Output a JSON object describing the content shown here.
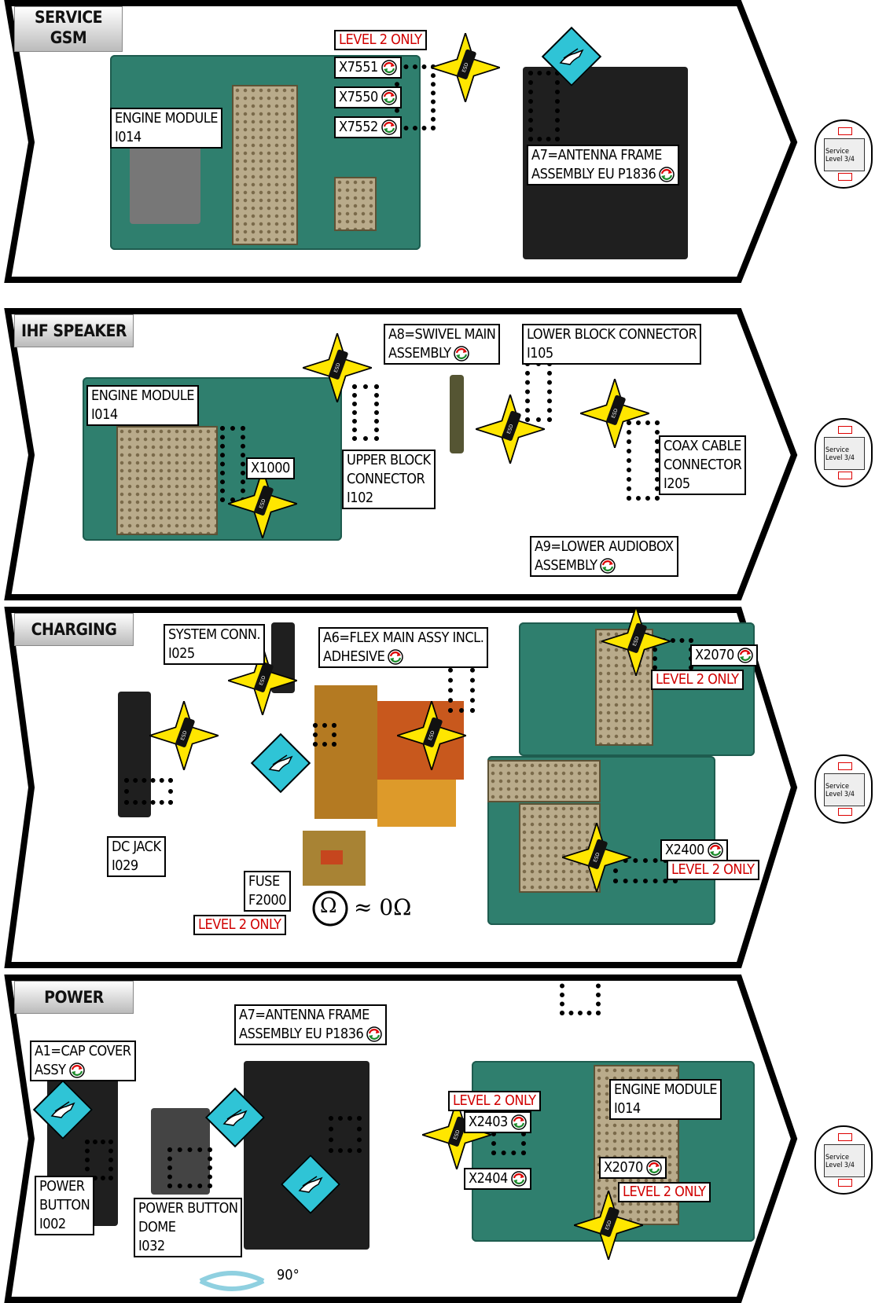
{
  "panels": [
    {
      "title_line1": "SERVICE",
      "title_line2": "GSM",
      "labels": {
        "engine_module": "ENGINE MODULE",
        "engine_code": "I014",
        "level2": "LEVEL 2 ONLY",
        "x7551": "X7551",
        "x7550": "X7550",
        "x7552": "X7552",
        "a7_line1": "A7=ANTENNA FRAME",
        "a7_line2": "ASSEMBLY EU P1836"
      }
    },
    {
      "title": "IHF SPEAKER",
      "labels": {
        "engine_module": "ENGINE MODULE",
        "engine_code": "I014",
        "x1000": "X1000",
        "a8_line1": "A8=SWIVEL MAIN",
        "a8_line2": "ASSEMBLY",
        "lower_block_line1": "LOWER BLOCK CONNECTOR",
        "lower_block_line2": "I105",
        "upper_block_line1": "UPPER BLOCK",
        "upper_block_line2": "CONNECTOR",
        "upper_block_line3": "I102",
        "coax_line1": "COAX CABLE",
        "coax_line2": "CONNECTOR",
        "coax_line3": "I205",
        "a9_line1": "A9=LOWER AUDIOBOX",
        "a9_line2": "ASSEMBLY"
      }
    },
    {
      "title": "CHARGING",
      "labels": {
        "system_conn_line1": "SYSTEM CONN.",
        "system_conn_line2": "I025",
        "a6_line1": "A6=FLEX MAIN ASSY INCL.",
        "a6_line2": "ADHESIVE",
        "x2070": "X2070",
        "level2_a": "LEVEL 2 ONLY",
        "dc_jack_line1": "DC JACK",
        "dc_jack_line2": "I029",
        "fuse_line1": "FUSE",
        "fuse_line2": "F2000",
        "level2_b": "LEVEL 2 ONLY",
        "ohm": "Ω",
        "ohm_approx": "≈ 0Ω",
        "x2400": "X2400",
        "level2_c": "LEVEL 2 ONLY"
      }
    },
    {
      "title": "POWER",
      "labels": {
        "a7_line1": "A7=ANTENNA FRAME",
        "a7_line2": "ASSEMBLY EU P1836",
        "a1_line1": "A1=CAP COVER",
        "a1_line2": "ASSY",
        "power_button_line1": "POWER",
        "power_button_line2": "BUTTON",
        "power_button_line3": "I002",
        "dome_line1": "POWER BUTTON",
        "dome_line2": "DOME",
        "dome_line3": "I032",
        "level2_a": "LEVEL 2 ONLY",
        "engine_module": "ENGINE MODULE",
        "engine_code": "I014",
        "x2403": "X2403",
        "x2404": "X2404",
        "x2070": "X2070",
        "level2_b": "LEVEL 2 ONLY",
        "rotation": "90°"
      }
    }
  ],
  "service_icon": {
    "line1": "Service",
    "line2": "Level 3/4"
  },
  "colors": {
    "esd_star": "#ffe600",
    "diamond": "#2fc4d6",
    "level2_text": "#d00000",
    "pcb": "#2f7f6e"
  },
  "icons": [
    "esd-warning-star-icon",
    "tool-diamond-icon",
    "replace-cycle-icon",
    "service-level-icon"
  ]
}
